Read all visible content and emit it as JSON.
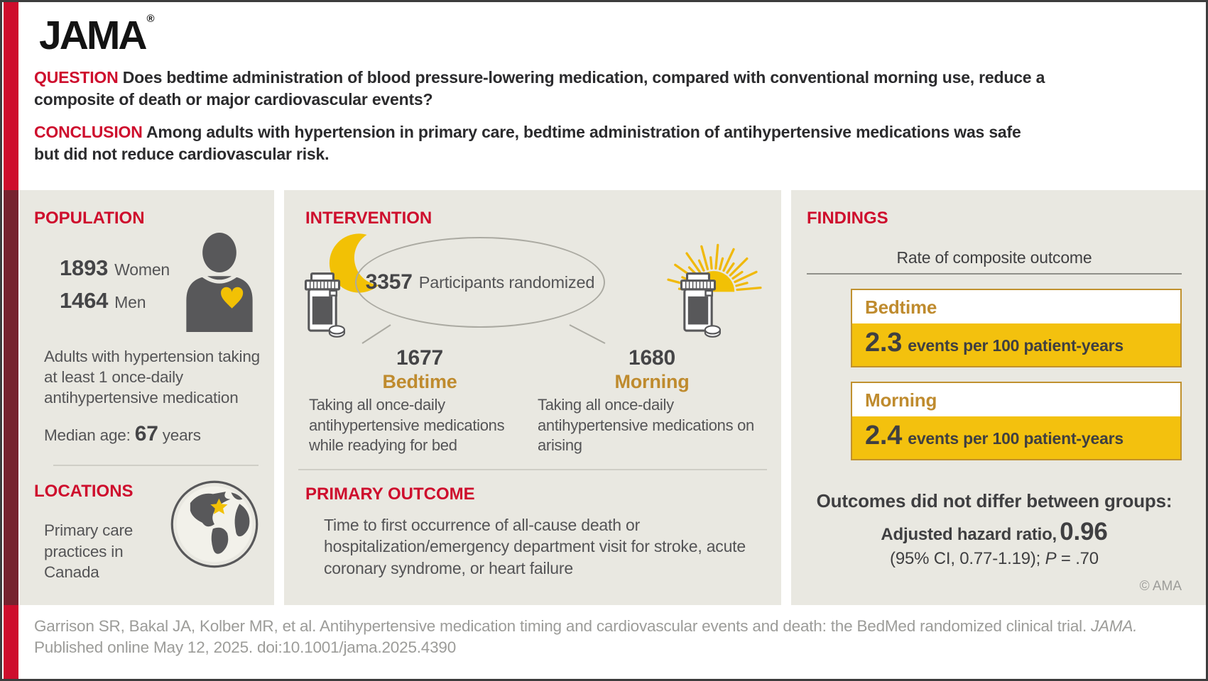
{
  "brand": {
    "logo": "JAMA",
    "registered": "®"
  },
  "colors": {
    "jama_red": "#ce0e2d",
    "maroon_bar": "#76232f",
    "gold_text": "#bf8b2e",
    "highlight_yellow": "#f3c10e",
    "panel_beige": "#e9e8e1",
    "icon_gray": "#58585a",
    "body_text_gray": "#545456",
    "footer_gray": "#9c9c99"
  },
  "header": {
    "question_label": "QUESTION",
    "question_text": "Does bedtime administration of blood pressure-lowering medication, compared with conventional morning use, reduce a composite of death or major cardiovascular events?",
    "conclusion_label": "CONCLUSION",
    "conclusion_text": "Among adults with hypertension in primary care, bedtime administration of antihypertensive medications was safe but did not reduce cardiovascular risk."
  },
  "population": {
    "title": "POPULATION",
    "women_count": "1893",
    "women_label": "Women",
    "men_count": "1464",
    "men_label": "Men",
    "description": "Adults with hypertension taking at least 1 once-daily antihypertensive medication",
    "median_age_label": "Median age:",
    "median_age_value": "67",
    "median_age_suffix": "years"
  },
  "locations": {
    "title": "LOCATIONS",
    "description": "Primary care practices in Canada"
  },
  "intervention": {
    "title": "INTERVENTION",
    "randomized_count": "3357",
    "randomized_label": "Participants randomized",
    "groups": [
      {
        "count": "1677",
        "name": "Bedtime",
        "description": "Taking all once-daily antihypertensive medications while readying for bed"
      },
      {
        "count": "1680",
        "name": "Morning",
        "description": "Taking all once-daily antihypertensive medications on arising"
      }
    ]
  },
  "primary_outcome": {
    "title": "PRIMARY OUTCOME",
    "description": "Time to first occurrence of all-cause death or hospitalization/emergency department visit for stroke, acute coronary syndrome, or heart failure"
  },
  "findings": {
    "title": "FINDINGS",
    "subtitle": "Rate of composite outcome",
    "results": [
      {
        "group": "Bedtime",
        "value": "2.3",
        "unit": "events per 100 patient-years"
      },
      {
        "group": "Morning",
        "value": "2.4",
        "unit": "events per 100 patient-years"
      }
    ],
    "summary": "Outcomes did not differ between groups:",
    "hazard_label": "Adjusted hazard ratio,",
    "hazard_value": "0.96",
    "ci_prefix": "(95% CI, 0.77-1.19); ",
    "p_label": "P",
    "p_value": " = .70",
    "copyright": "© AMA"
  },
  "footer": {
    "citation": "Garrison SR, Bakal JA, Kolber MR, et al. Antihypertensive medication timing and cardiovascular events and death: the BedMed randomized clinical trial. ",
    "journal": "JAMA.",
    "line2": "Published online May 12, 2025. doi:10.1001/jama.2025.4390"
  }
}
